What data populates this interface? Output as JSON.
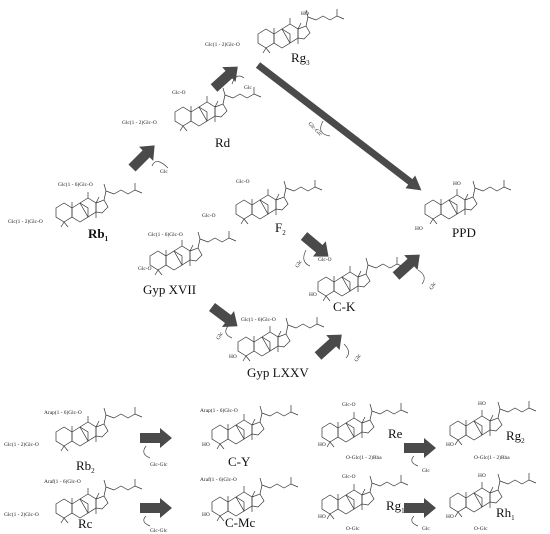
{
  "compounds": {
    "rg3": {
      "name": "Rg",
      "sub": "3",
      "sugar20": "HO",
      "sugar3": "Glc(1 - 2)Glc-O"
    },
    "rd": {
      "name": "Rd",
      "sub": "",
      "sugar20": "Glc-O",
      "sugar3": "Glc(1 - 2)Glc-O"
    },
    "rb1": {
      "name": "Rb",
      "sub": "1",
      "sugar20": "Glc(1 - 6)Glc-O",
      "sugar3": "Glc(1 - 2)Glc-O"
    },
    "f2": {
      "name": "F",
      "sub": "2",
      "sugar20": "Glc-O",
      "sugar3": "Glc-O"
    },
    "gypxvii": {
      "name": "Gyp XVII",
      "sub": "",
      "sugar20": "Glc(1 - 6)Glc-O",
      "sugar3": "Glc-O"
    },
    "ck": {
      "name": "C-K",
      "sub": "",
      "sugar20": "Glc-O",
      "sugar3": "HO"
    },
    "ppd": {
      "name": "PPD",
      "sub": "",
      "sugar20": "HO",
      "sugar3": "HO"
    },
    "gyplxxv": {
      "name": "Gyp LXXV",
      "sub": "",
      "sugar20": "Glc(1 - 6)Glc-O",
      "sugar3": "HO"
    },
    "rb2": {
      "name": "Rb",
      "sub": "2",
      "sugar20": "Arap(1 - 6)Glc-O",
      "sugar3": "Glc(1 - 2)Glc-O"
    },
    "cy": {
      "name": "C-Y",
      "sub": "",
      "sugar20": "Arap(1 - 6)Glc-O",
      "sugar3": "HO"
    },
    "rc": {
      "name": "Rc",
      "sub": "",
      "sugar20": "Araf(1 - 6)Glc-O",
      "sugar3": "Glc(1 - 2)Glc-O"
    },
    "cmc": {
      "name": "C-Mc",
      "sub": "",
      "sugar20": "Araf(1 - 6)Glc-O",
      "sugar3": "HO"
    },
    "re": {
      "name": "Re",
      "sub": "",
      "sugar20": "Glc-O",
      "sugar3": "HO",
      "sugar6": "O-Glc(1 - 2)Rha"
    },
    "rg2": {
      "name": "Rg",
      "sub": "2",
      "sugar20": "HO",
      "sugar3": "HO",
      "sugar6": "O-Glc(1 - 2)Rha"
    },
    "rg1": {
      "name": "Rg",
      "sub": "1",
      "sugar20": "Glc-O",
      "sugar3": "HO",
      "sugar6": "O-Glc"
    },
    "rh1": {
      "name": "Rh",
      "sub": "1",
      "sugar20": "HO",
      "sugar3": "HO",
      "sugar6": "O-Glc"
    }
  },
  "arrow_labels": {
    "rb1_rd": "Glc",
    "rd_rg3": "Glc",
    "rg3_ppd": "Glc-Glc",
    "f2_ck": "Glc",
    "ck_ppd": "Glc",
    "gypxvii_gyplxxv": "Glc",
    "gyplxxv_ck": "Glc",
    "rb2_cy": "Glc-Glc",
    "rc_cmc": "Glc-Glc",
    "re_rg2": "Glc",
    "rg1_rh1": "Glc"
  }
}
